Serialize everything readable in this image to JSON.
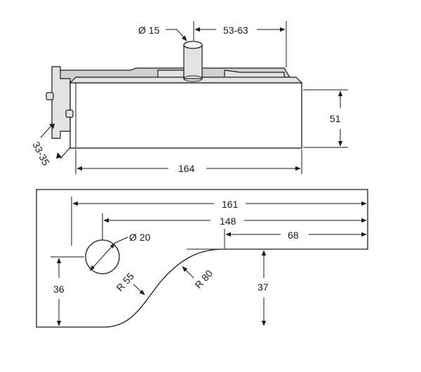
{
  "dimensions": {
    "pin_diameter": "Ø 15",
    "pin_offset": "53-63",
    "body_height": "51",
    "side_depth": "33-35",
    "body_length": "164",
    "plate_length": "161",
    "hole_offset": "148",
    "curve_offset": "68",
    "hole_diameter": "Ø 20",
    "radius_small": "R 55",
    "radius_large": "R 80",
    "left_height": "36",
    "right_height": "37"
  }
}
